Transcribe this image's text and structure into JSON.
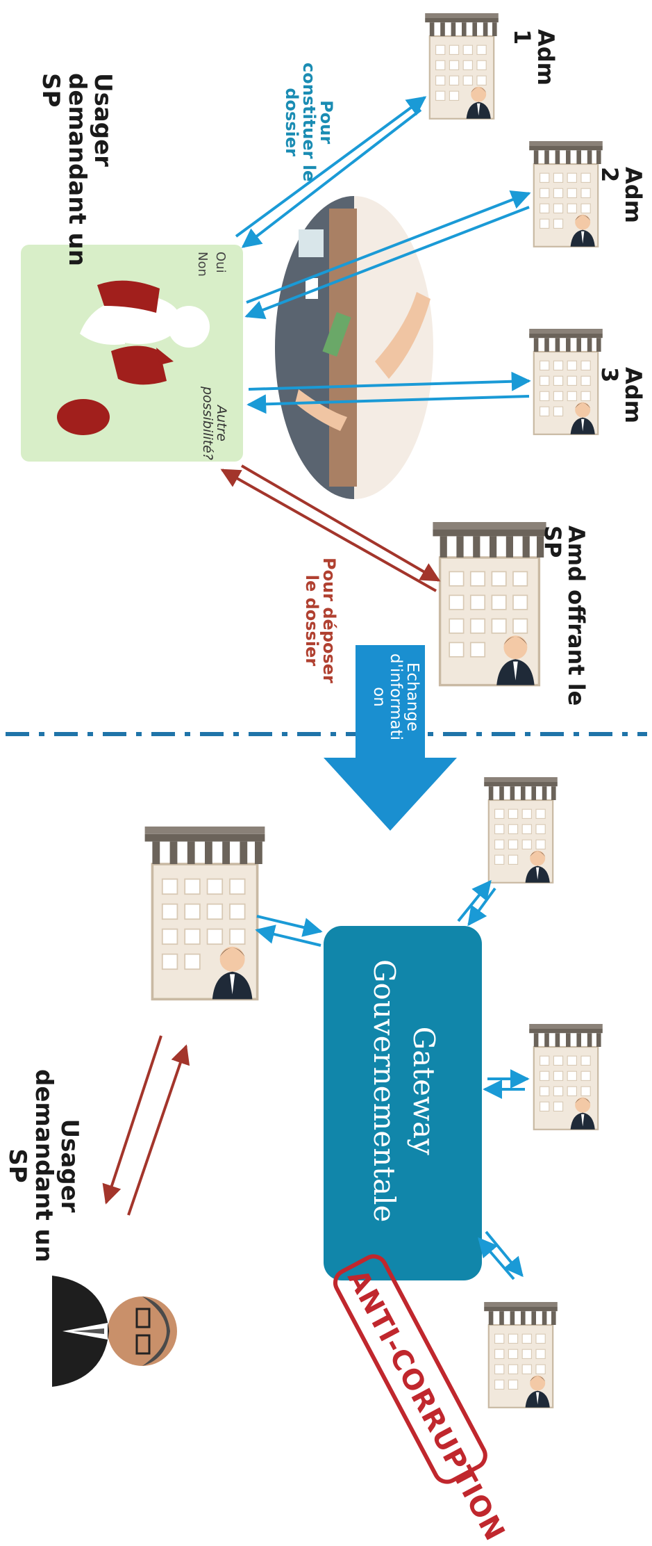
{
  "top_section": {
    "user_label": "Usager\ndemandant un\nSP",
    "constituer_label": "Pour\nconstituer le\ndossier",
    "adm1_label": "Adm\n1",
    "adm2_label": "Adm\n2",
    "adm3_label": "Adm\n3",
    "oui_label": "Oui",
    "non_label": "Non",
    "autre_label": "Autre\npossibilité?",
    "offrant_label": "Amd offrant le\nSP",
    "deposer_label": "Pour déposer\nle dossier",
    "echange_label": "Echange\nd'informati\non"
  },
  "bottom_section": {
    "gateway_label": "Gateway\nGouvernementale",
    "user_label": "Usager\ndemandant un\nSP",
    "stamp_label": "ANTI-CORRUPTION"
  },
  "colors": {
    "blue_arrow": "#1a9ad6",
    "red_arrow": "#a3352b",
    "gateway_fill": "#1186aa",
    "green_panel": "#d8eec8",
    "stamp_red": "#c0272d"
  }
}
